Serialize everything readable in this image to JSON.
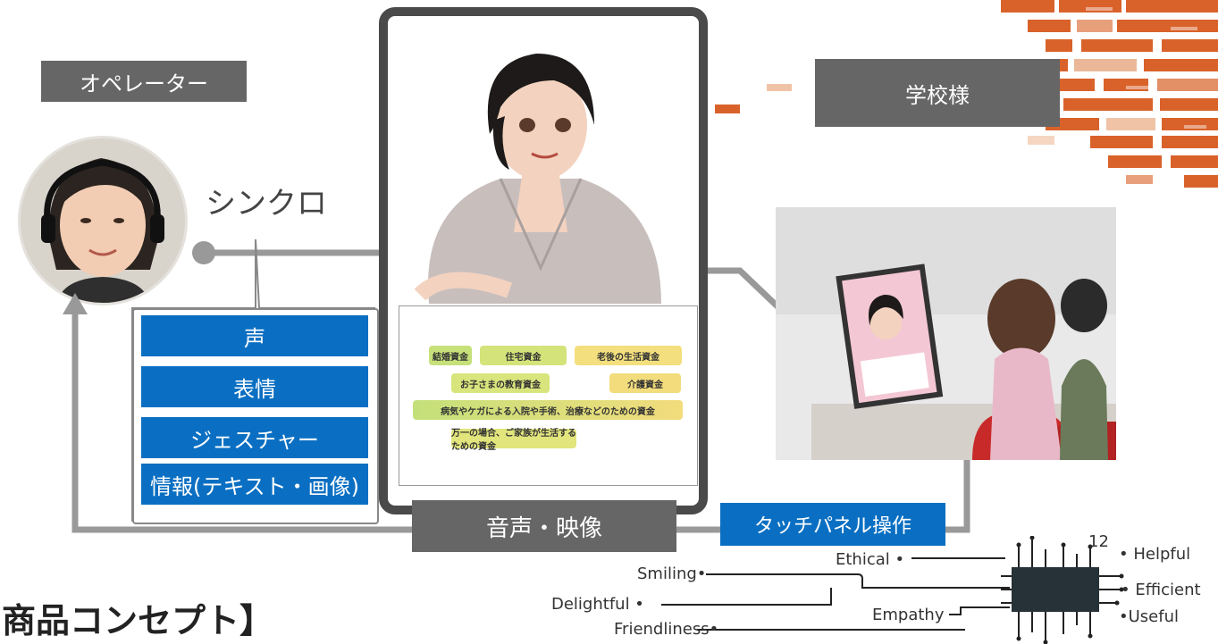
{
  "labels": {
    "operator": "オペレーター",
    "school": "学校様",
    "synchro": "シンクロ",
    "audio_video": "音声・映像",
    "touch_panel": "タッチパネル操作",
    "concept": "商品コンセプト】"
  },
  "sync_items": [
    "声",
    "表情",
    "ジェスチャー",
    "情報(テキスト・画像)"
  ],
  "slide_items": [
    "結婚資金",
    "住宅資金",
    "老後の生活資金",
    "お子さまの教育資金",
    "介護資金",
    "病気やケガによる入院や手術、治療などのための資金",
    "万一の場合、ご家族が生活するための資金"
  ],
  "keywords": {
    "left": [
      "Smiling",
      "Delightful",
      "Friendliness"
    ],
    "center": [
      "Ethical",
      "Empathy"
    ],
    "right": [
      "Helpful",
      "Efficient",
      "Useful"
    ],
    "chip_number": "12"
  },
  "colors": {
    "blue": "#0a6fc2",
    "gray_label": "#666666",
    "orange": "#d9622b",
    "arrow": "#999999"
  },
  "icons": {
    "operator_photo": "operator-photo",
    "avatar": "avatar-character",
    "tablet_scene": "tablet-scene-photo",
    "chip": "chip-icon"
  }
}
